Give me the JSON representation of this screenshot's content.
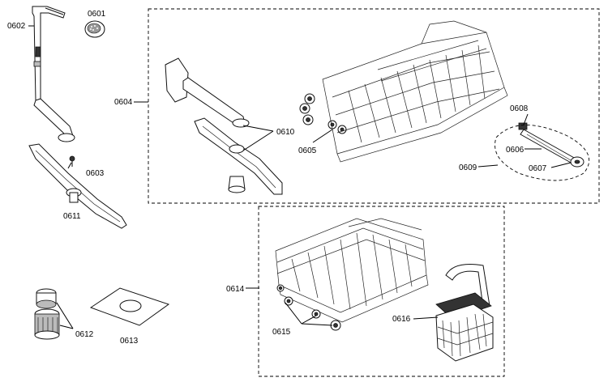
{
  "labels": {
    "p0601": "0601",
    "p0602": "0602",
    "p0603": "0603",
    "p0604": "0604",
    "p0605": "0605",
    "p0606": "0606",
    "p0607": "0607",
    "p0608": "0608",
    "p0609": "0609",
    "p0610": "0610",
    "p0611": "0611",
    "p0612": "0612",
    "p0613": "0613",
    "p0614": "0614",
    "p0615": "0615",
    "p0616": "0616"
  }
}
